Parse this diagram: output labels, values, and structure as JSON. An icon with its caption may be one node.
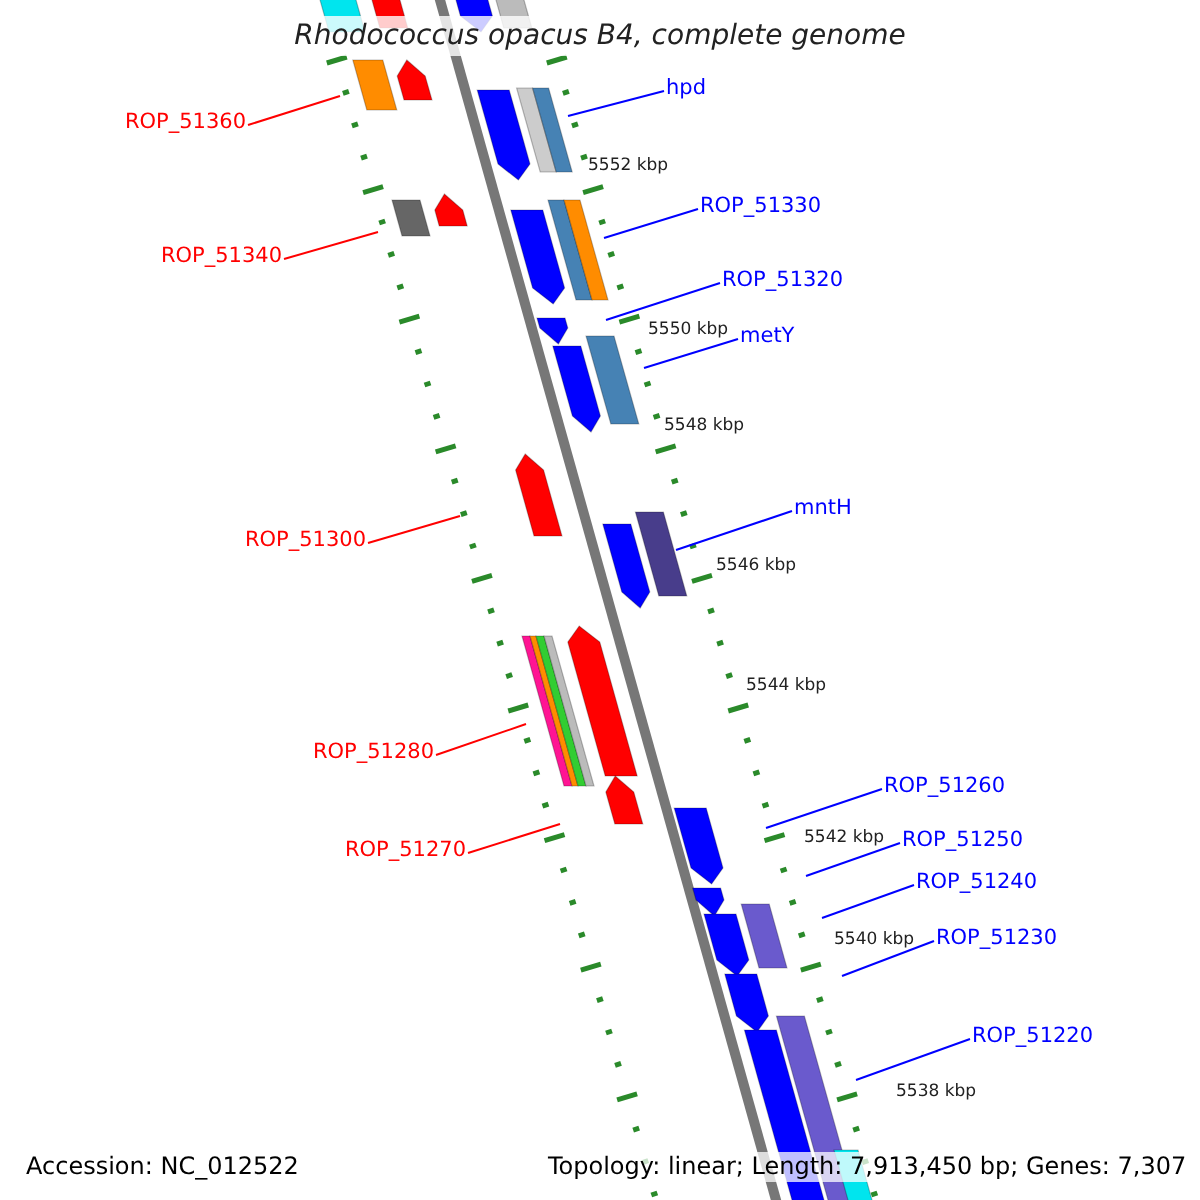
{
  "diagram": {
    "title": "Rhodococcus opacus B4, complete genome",
    "nodes": [
      {
        "text": [
          "hpd"
        ]
      },
      {
        "text": [
          "ROP_51360"
        ]
      },
      {
        "text": [
          "ROP_51330"
        ]
      },
      {
        "text": [
          "ROP_51340"
        ]
      },
      {
        "text": [
          "ROP_51320"
        ]
      },
      {
        "text": [
          "metY"
        ]
      },
      {
        "text": [
          "mntH"
        ]
      },
      {
        "text": [
          "ROP_51300"
        ]
      },
      {
        "text": [
          "ROP_51280"
        ]
      },
      {
        "text": [
          "ROP_51260"
        ]
      },
      {
        "text": [
          "ROP_51250"
        ]
      },
      {
        "text": [
          "ROP_51270"
        ]
      },
      {
        "text": [
          "ROP_51240"
        ]
      },
      {
        "text": [
          "ROP_51230"
        ]
      },
      {
        "text": [
          "ROP_51220"
        ]
      }
    ],
    "edges": [
      {
        "from": 0,
        "to": null,
        "arrow": "none"
      },
      {
        "from": 1,
        "to": null,
        "arrow": "none",
        "color": "#ff0000"
      },
      {
        "from": 2,
        "to": null,
        "arrow": "none"
      },
      {
        "from": 3,
        "to": null,
        "arrow": "none",
        "color": "#ff0000"
      },
      {
        "from": 4,
        "to": null,
        "arrow": "none"
      },
      {
        "from": 5,
        "to": null,
        "arrow": "none"
      },
      {
        "from": 6,
        "to": null,
        "arrow": "none"
      },
      {
        "from": 7,
        "to": null,
        "arrow": "none",
        "color": "#ff0000"
      },
      {
        "from": 8,
        "to": null,
        "arrow": "none",
        "color": "#ff0000"
      },
      {
        "from": 9,
        "to": null,
        "arrow": "none"
      },
      {
        "from": 10,
        "to": null,
        "arrow": "none"
      },
      {
        "from": 11,
        "to": null,
        "arrow": "none",
        "color": "#ff0000"
      },
      {
        "from": 12,
        "to": null,
        "arrow": "none"
      },
      {
        "from": 13,
        "to": null,
        "arrow": "none"
      },
      {
        "from": 14,
        "to": null,
        "arrow": "none"
      }
    ],
    "labels": [
      "5552 kbp",
      "5550 kbp",
      "5548 kbp",
      "5546 kbp",
      "5544 kbp",
      "5542 kbp",
      "5540 kbp",
      "5538 kbp",
      "Accession: NC_012522",
      "Topology: linear; Length: 7,913,450 bp; Genes: 7,307"
    ]
  }
}
